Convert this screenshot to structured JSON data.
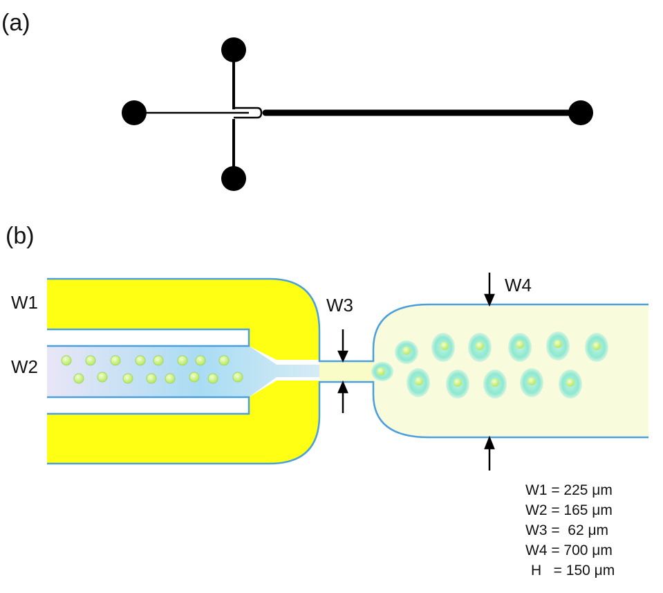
{
  "panels": {
    "a_label": "(a)",
    "b_label": "(b)"
  },
  "channel_labels": {
    "w1": "W1",
    "w2": "W2",
    "w3": "W3",
    "w4": "W4"
  },
  "dimensions": [
    {
      "line": "W1 = 225 μm"
    },
    {
      "line": "W2 = 165 μm"
    },
    {
      "line": "W3 =  62 μm"
    },
    {
      "line": "W4 = 700 μm"
    },
    {
      "line": "H   = 150 μm"
    }
  ],
  "colors": {
    "sheath_fluid": "#ffff1a",
    "sample_fluid": "#bfe9f7",
    "outlet_fluid": "#f8fbdc",
    "channel_wall": "#4a9fdc",
    "droplet": "#c8f08a",
    "droplet_halo": "#7fe6c8"
  }
}
